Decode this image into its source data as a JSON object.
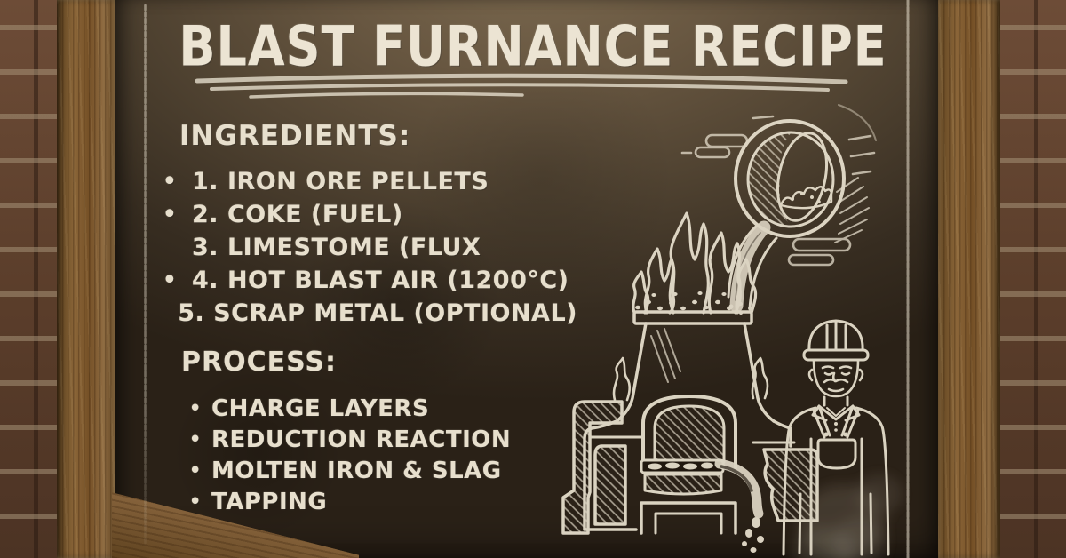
{
  "board": {
    "title": "BLAST FURNANCE RECIPE",
    "ingredients": {
      "heading": "INGREDIENTS:",
      "items": [
        {
          "bullet": "•",
          "text": "1. IRON ORE PELLETS"
        },
        {
          "bullet": "•",
          "text": "2. COKE (FUEL)"
        },
        {
          "bullet": "",
          "text": "3. LIMESTOME (FLUX"
        },
        {
          "bullet": "•",
          "text": "4. HOT BLAST AIR (1200°C)"
        },
        {
          "bullet": "",
          "text": "5. SCRAP METAL (OPTIONAL)"
        }
      ]
    },
    "process": {
      "heading": "PROCESS:",
      "items": [
        {
          "bullet": "•",
          "text": "CHARGE LAYERS"
        },
        {
          "bullet": "•",
          "text": "REDUCTION REACTION"
        },
        {
          "bullet": "•",
          "text": "MOLTEN IRON & SLAG"
        },
        {
          "bullet": "•",
          "text": "TAPPING"
        }
      ]
    }
  },
  "illustration": {
    "elements": [
      "pouring-ladle",
      "pour-stream",
      "flames",
      "blast-furnace",
      "molten-iron-tap",
      "worker",
      "smoke",
      "clouds",
      "motion-lines"
    ]
  },
  "colors": {
    "chalk": "#e7dfcd",
    "board_top": "#7c6a50",
    "board_dark": "#2a2117",
    "wood": "#7d5a33",
    "brick": "#5e3f2d"
  }
}
